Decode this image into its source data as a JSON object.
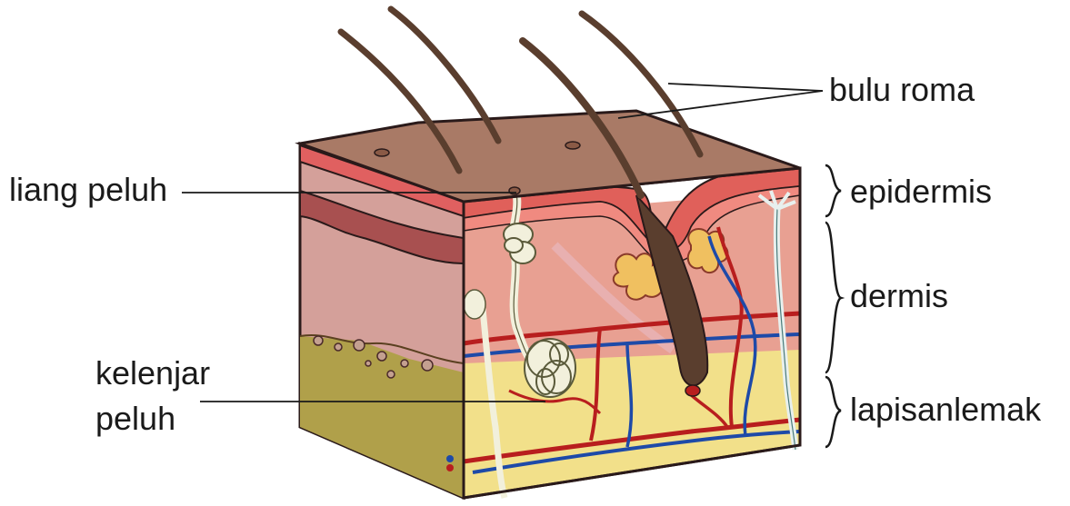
{
  "labels": {
    "hair": "bulu roma",
    "pore": "liang peluh",
    "epidermis": "epidermis",
    "dermis": "dermis",
    "sweat_gland": "kelenjar",
    "sweat_gland_2": "peluh",
    "fat_layer": "lapisanlemak"
  },
  "colors": {
    "skin_surface": "#a97a66",
    "epidermis_red": "#e0605a",
    "dermis_pink": "#e8a092",
    "left_dermis": "#d4a09a",
    "fat_yellow": "#f2e08a",
    "fat_olive": "#b0a04a",
    "hair": "#5a3e2e",
    "artery": "#b81e1e",
    "vein": "#1e4aa8",
    "gland": "#f2f0dc"
  }
}
